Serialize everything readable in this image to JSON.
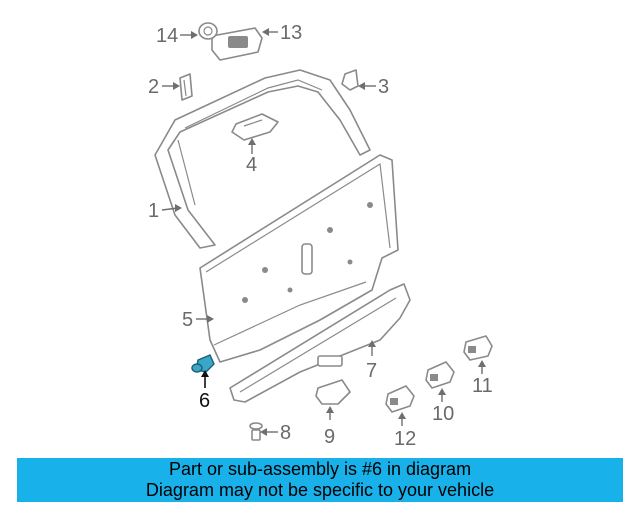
{
  "banner": {
    "line1": "Part or sub-assembly is #6 in diagram",
    "line2": "Diagram may not be specific to your vehicle"
  },
  "callouts": {
    "c1": "1",
    "c2": "2",
    "c3": "3",
    "c4": "4",
    "c5": "5",
    "c6": "6",
    "c7": "7",
    "c8": "8",
    "c9": "9",
    "c10": "10",
    "c11": "11",
    "c12": "12",
    "c13": "13",
    "c14": "14"
  },
  "highlight_color": "#3aa7c9",
  "banner_color": "#19b1e9"
}
